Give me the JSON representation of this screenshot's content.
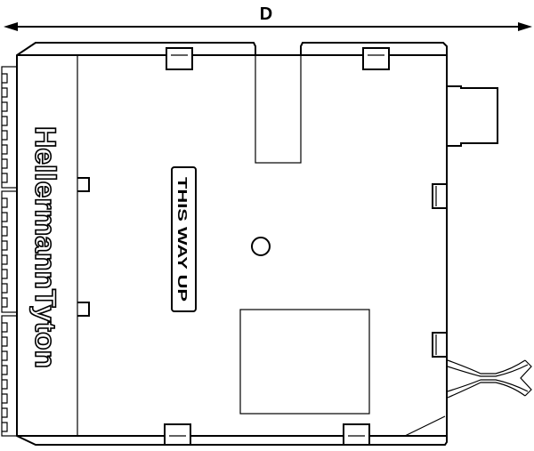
{
  "dimension": {
    "label": "D"
  },
  "brand": {
    "name": "HellermannTyton"
  },
  "label_box": {
    "text": "THIS WAY UP"
  },
  "colors": {
    "line": "#000000",
    "background": "#ffffff"
  }
}
